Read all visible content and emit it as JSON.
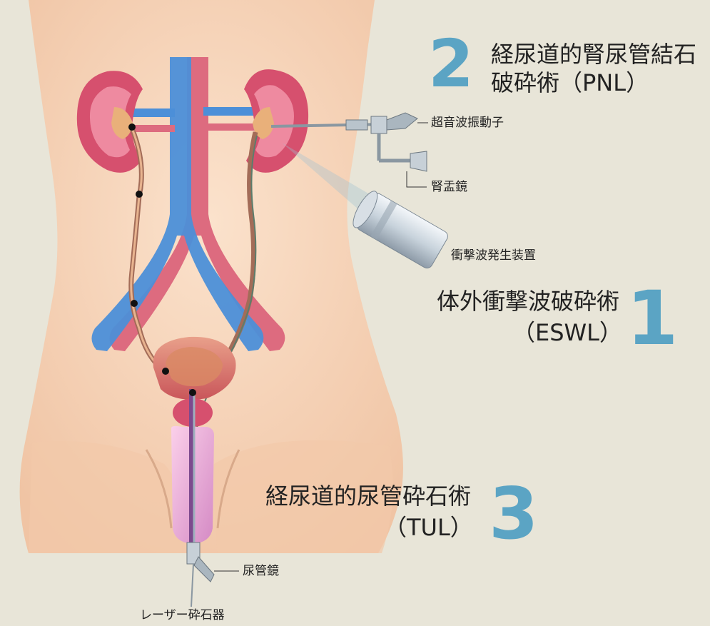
{
  "procedures": [
    {
      "number": "2",
      "title_line1": "経尿道的腎尿管結石",
      "title_line2": "破砕術（PNL）"
    },
    {
      "number": "1",
      "title_line1": "体外衝撃波破砕術",
      "title_line2": "（ESWL）"
    },
    {
      "number": "3",
      "title_line1": "経尿道的尿管砕石術",
      "title_line2": "（TUL）"
    }
  ],
  "instruments": {
    "ultrasound_transducer": "超音波振動子",
    "nephroscope": "腎盂鏡",
    "shockwave_generator": "衝撃波発生装置",
    "ureteroscope": "尿管鏡",
    "laser_lithotripter": "レーザー砕石器"
  },
  "colors": {
    "background": "#e8e5d8",
    "skin": "#f5d3b8",
    "number_accent": "#5ba4c4",
    "kidney": "#d6506e",
    "vein": "#4c8fd8",
    "artery": "#dd6b7f"
  }
}
